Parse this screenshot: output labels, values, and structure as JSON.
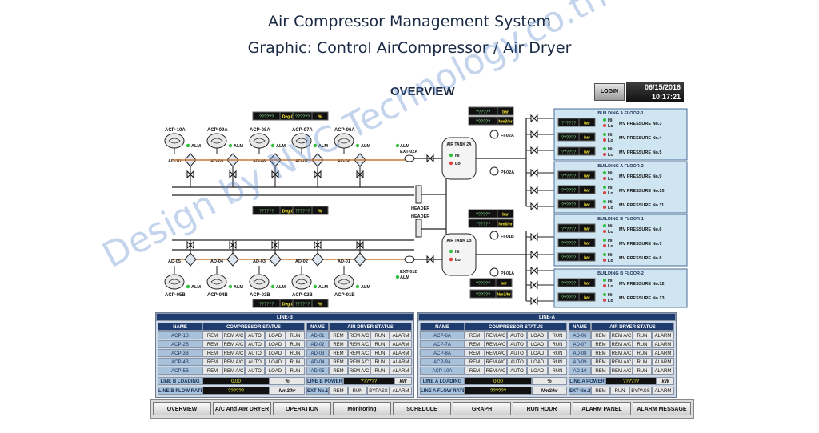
{
  "title_line1": "Air Compressor Management System",
  "title_line2": "Graphic: Control AirCompressor / Air Dryer",
  "header": {
    "overview": "OVERVIEW",
    "login": "LOGIN",
    "date": "06/15/2016",
    "time": "10:17:21"
  },
  "placeholder": "??????",
  "units": {
    "dewpoint": "Deg.C",
    "percent": "%",
    "bar": "bar",
    "nm3hr": "Nm3/hr",
    "kw": "kW"
  },
  "ind": {
    "alm": "ALM",
    "hi": "Hi",
    "lo": "Lo"
  },
  "compressors_top": [
    "ACP-10A",
    "ACP-09A",
    "ACP-08A",
    "ACP-07A",
    "ACP-06A"
  ],
  "compressors_bottom": [
    "ACP-05B",
    "ACP-04B",
    "ACP-03B",
    "ACP-02B",
    "ACP-01B"
  ],
  "dryers_top": [
    "AD-10",
    "AD-09",
    "AD-08",
    "AD-07",
    "AD-06"
  ],
  "dryers_bottom": [
    "AD-05",
    "AD-04",
    "AD-03",
    "AD-02",
    "AD-01"
  ],
  "ext": {
    "top": "EXT-02A",
    "bottom": "EXT-01B"
  },
  "header_label": "HEADER",
  "tanks": {
    "a": "AIR TANK 2A",
    "b": "AIR TANK 1B"
  },
  "fi": {
    "top": "FI-02A",
    "bottom": "FI-01B"
  },
  "pi": {
    "top": "PI-02A",
    "bottom": "PI-01A"
  },
  "buildings": [
    {
      "title": "BUILDING A FLOOR-1",
      "items": [
        "MV PRESSURE No.3",
        "MV PRESSURE No.4",
        "MV PRESSURE No.5"
      ]
    },
    {
      "title": "BUILDING A FLOOR-2",
      "items": [
        "MV PRESSURE No.9",
        "MV PRESSURE No.10",
        "MV PRESSURE No.11"
      ]
    },
    {
      "title": "BUILDING B FLOOR-1",
      "items": [
        "MV PRESSURE No.6",
        "MV PRESSURE No.7",
        "MV PRESSURE No.8"
      ]
    },
    {
      "title": "BUILDING B FLOOR-2",
      "items": [
        "MV PRESSURE No.12",
        "MV PRESSURE No.13"
      ]
    }
  ],
  "line_b": {
    "title": "LINE-B",
    "hdr_name": "NAME",
    "hdr_comp": "COMPRESSOR STATUS",
    "hdr_name2": "NAME",
    "hdr_dryer": "AIR DRYER STATUS",
    "comp_names": [
      "ACP-1B",
      "ACP-2B",
      "ACP-3B",
      "ACP-4B",
      "ACP-5B"
    ],
    "dryer_names": [
      "AD-01",
      "AD-02",
      "AD-03",
      "AD-04",
      "AD-05"
    ],
    "comp_btns": [
      "REM",
      "REM A/C",
      "AUTO",
      "LOAD",
      "RUN"
    ],
    "dryer_btns": [
      "REM",
      "REM A/C",
      "RUN",
      "ALARM"
    ],
    "loading_label": "LINE B LOADING",
    "loading_value": "0.00",
    "loading_unit": "%",
    "power_label": "LINE B POWER",
    "flow_label": "LINE B FLOW RATE",
    "ext_label": "EXT No.1",
    "ext_btns": [
      "REM",
      "RUN",
      "BYPASS",
      "ALARM"
    ]
  },
  "line_a": {
    "title": "LINE-A",
    "hdr_name": "NAME",
    "hdr_comp": "COMPRESSOR STATUS",
    "hdr_name2": "NAME",
    "hdr_dryer": "AIR DRYER STATUS",
    "comp_names": [
      "ACP-6A",
      "ACP-7A",
      "ACP-8A",
      "ACP-9A",
      "ACP-10A"
    ],
    "dryer_names": [
      "AD-06",
      "AD-07",
      "AD-08",
      "AD-09",
      "AD-10"
    ],
    "comp_btns": [
      "REM",
      "REM A/C",
      "AUTO",
      "LOAD",
      "RUN"
    ],
    "dryer_btns": [
      "REM",
      "REM A/C",
      "RUN",
      "ALARM"
    ],
    "loading_label": "LINE A LOADING",
    "loading_value": "0.00",
    "loading_unit": "%",
    "power_label": "LINE A POWER",
    "flow_label": "LINE A FLOW RATE",
    "ext_label": "EXT No.2",
    "ext_btns": [
      "REM",
      "RUN",
      "BYPASS",
      "ALARM"
    ]
  },
  "nav": [
    "OVERVIEW",
    "A/C And AIR DRYER",
    "OPERATION",
    "Monitoring",
    "SCHEDULE",
    "GRAPH",
    "RUN HOUR",
    "ALARM PANEL",
    "ALARM MESSAGE"
  ],
  "watermark": "Design by NVC Technology.co.th",
  "colors": {
    "accent": "#1e3c6e",
    "pipe": "#c87a3a",
    "alarm_green": "#2fbf3a",
    "alarm_red": "#d94040"
  }
}
